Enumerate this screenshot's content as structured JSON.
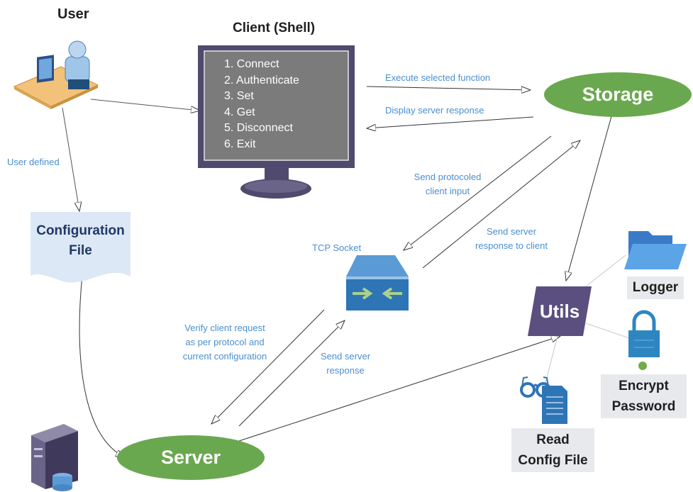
{
  "user": {
    "title": "User",
    "edge_label": "User defined"
  },
  "client": {
    "title": "Client (Shell)",
    "menu": [
      "1. Connect",
      "2. Authenticate",
      "3. Set",
      "4. Get",
      "5. Disconnect",
      "6. Exit"
    ]
  },
  "config_file": {
    "line1": "Configuration",
    "line2": "File"
  },
  "storage": {
    "label": "Storage"
  },
  "server": {
    "label": "Server"
  },
  "utils": {
    "label": "Utils"
  },
  "tcp_socket": {
    "label": "TCP Socket"
  },
  "logger": {
    "label": "Logger"
  },
  "encrypt": {
    "line1": "Encrypt",
    "line2": "Password"
  },
  "read_config": {
    "line1": "Read",
    "line2": "Config File"
  },
  "edges": {
    "execute": "Execute selected function",
    "display": "Display server response",
    "send_protocoled_1": "Send protocoled",
    "send_protocoled_2": "client input",
    "send_server_resp_client_1": "Send server",
    "send_server_resp_client_2": "response to client",
    "verify_1": "Verify client request",
    "verify_2": "as per protocol and",
    "verify_3": "current configuration",
    "send_server_1": "Send server",
    "send_server_2": "response"
  },
  "colors": {
    "green": "#6aa84f",
    "monitor_frame": "#504a6e",
    "screen": "#7a7a7a",
    "utils": "#5b4f80",
    "label_blue": "#4a8fcf",
    "folder": "#4a90d9",
    "lock": "#2e86c1"
  }
}
